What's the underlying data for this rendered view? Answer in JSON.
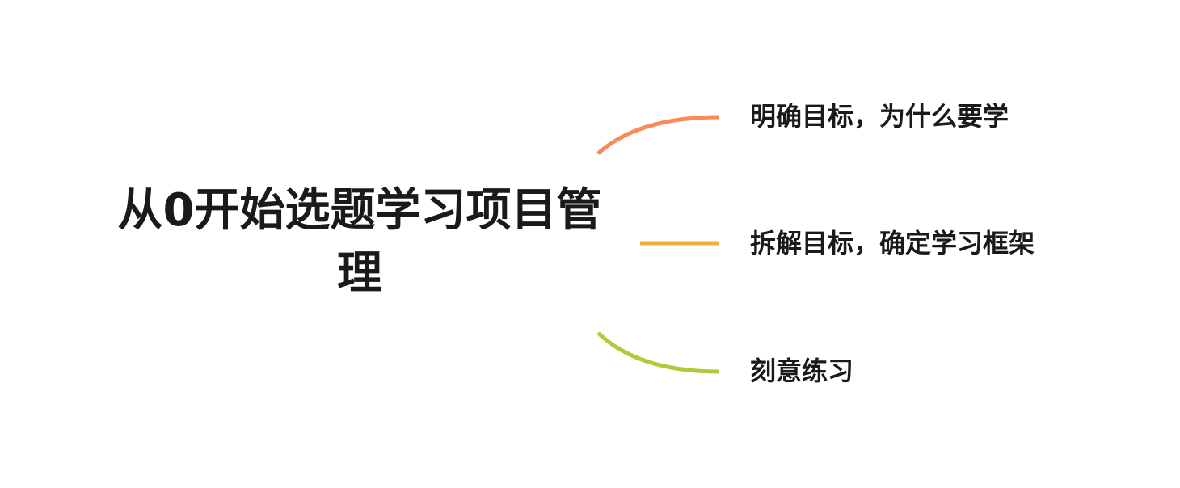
{
  "colors": {
    "background": "#ffffff",
    "text": "#1a1a1a",
    "branch_1": "#f88a5c",
    "branch_2": "#f5ad3b",
    "branch_3": "#b3c93a"
  },
  "root": {
    "label": "从0开始选题学习项目管理"
  },
  "branches": [
    {
      "label": "明确目标，为什么要学",
      "color": "#f88a5c"
    },
    {
      "label": "拆解目标，确定学习框架",
      "color": "#f5ad3b"
    },
    {
      "label": "刻意练习",
      "color": "#b3c93a"
    }
  ]
}
